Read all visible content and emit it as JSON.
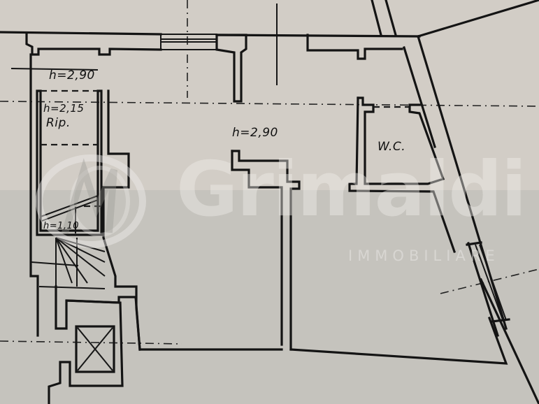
{
  "floor_plan": {
    "rooms": [
      {
        "id": "main",
        "height_label": "h=2,90"
      },
      {
        "id": "corridor",
        "height_label": "h=2,90"
      },
      {
        "id": "storage",
        "height_label": "h=2,15",
        "name": "Rip."
      },
      {
        "id": "under-stair",
        "height_label": "h=1,10"
      },
      {
        "id": "bathroom",
        "name": "W.C."
      }
    ],
    "symbols": [
      "staircase",
      "lift-shaft-x",
      "window",
      "axis-lines"
    ]
  },
  "watermark": {
    "brand": "Grimaldi",
    "tagline": "IMMOBILIARE",
    "color": "#f0eeea"
  },
  "colors": {
    "paper_top": "#d2cdc6",
    "paper_bottom": "#c5c3bd",
    "ink": "#141414"
  }
}
